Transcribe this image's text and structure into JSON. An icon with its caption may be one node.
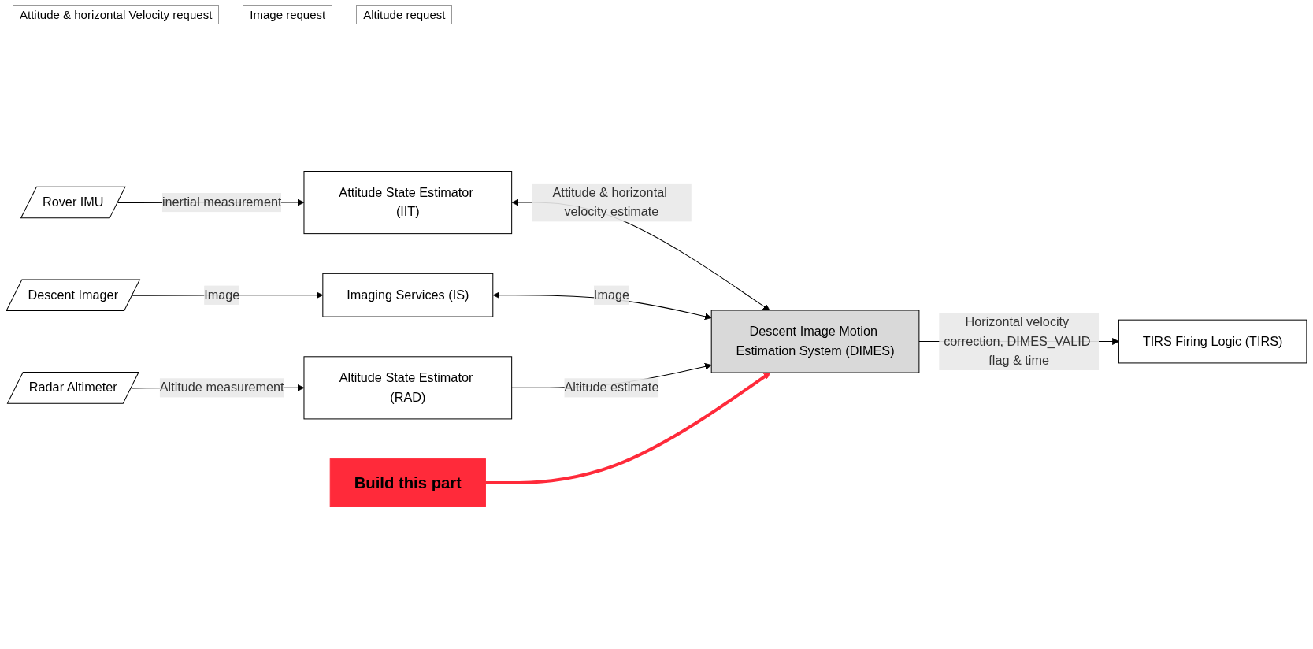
{
  "diagram": {
    "nodes": [
      {
        "text": [
          "Rover IMU"
        ]
      },
      {
        "text": [
          "Attitude State Estimator (IIT)"
        ]
      },
      {
        "text": [
          "Descent Imager"
        ]
      },
      {
        "text": [
          "Imaging Services (IS)"
        ]
      },
      {
        "text": [
          "Descent Image Motion Estimation System (DIMES)"
        ]
      },
      {
        "text": [
          "TIRS Firing Logic (TIRS)"
        ]
      },
      {
        "text": [
          "Radar Altimeter"
        ]
      },
      {
        "text": [
          "Altitude State Estimator (RAD)"
        ]
      },
      {
        "text": [
          "Build this part"
        ]
      }
    ],
    "edges": [
      {
        "from": 0,
        "to": 1,
        "arrow": "to",
        "label": "inertial measurement"
      },
      {
        "from": 2,
        "to": 3,
        "arrow": "to",
        "label": "Image"
      },
      {
        "from": 6,
        "to": 7,
        "arrow": "to",
        "label": "Altitude measurement"
      },
      {
        "from": 1,
        "to": 4,
        "arrow": "both",
        "label": "Attitude & horizontal velocity estimate"
      },
      {
        "from": 3,
        "to": 4,
        "arrow": "both",
        "label": "Image"
      },
      {
        "from": 7,
        "to": 4,
        "arrow": "to",
        "label": "Altitude estimate"
      },
      {
        "from": 4,
        "to": 5,
        "arrow": "to",
        "label": "Horizontal velocity correction, DIMES_VALID flag & time"
      },
      {
        "from": 8,
        "to": 4,
        "arrow": "to",
        "style": "thick",
        "color": "#ff2a3a"
      }
    ],
    "labels": [
      "Attitude & horizontal Velocity request",
      "Image request",
      "Altitude request"
    ]
  }
}
